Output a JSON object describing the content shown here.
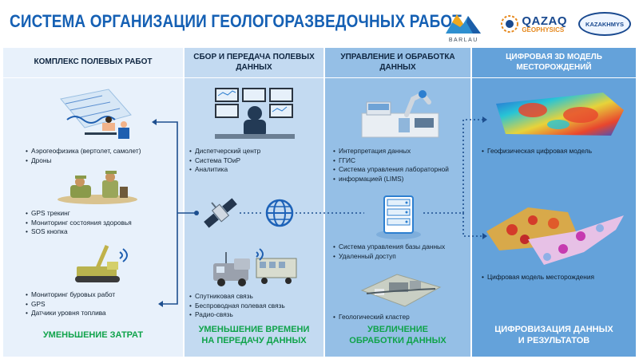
{
  "title": "СИСТЕМА ОРГАНИЗАЦИИ ГЕОЛОГОРАЗВЕДОЧНЫХ РАБОТ",
  "logos": {
    "barlau": "BARLAU",
    "qazaq_line1": "QAZAQ",
    "qazaq_line2": "GEOPHYSICS",
    "kazakhmys": "KAZAKHMYS"
  },
  "colors": {
    "title": "#1560b4",
    "col1_bg": "#e8f1fb",
    "col2_bg": "#c3daf1",
    "col3_bg": "#95bfe6",
    "col4_bg": "#64a2da",
    "footer_green": "#0fa34a"
  },
  "columns": [
    {
      "header": "КОМПЛЕКС ПОЛЕВЫХ РАБОТ",
      "groups": [
        {
          "icon": "aerial-survey-illustration",
          "items": [
            "Аэрогеофизика (вертолет, самолет)",
            "Дроны"
          ]
        },
        {
          "icon": "field-workers-illustration",
          "items": [
            "GPS трекинг",
            "Мониторинг состояния здоровья",
            "SOS кнопка"
          ]
        },
        {
          "icon": "drilling-rig-illustration",
          "items": [
            "Мониторинг буровых работ",
            "GPS",
            "Датчики уровня топлива"
          ]
        }
      ],
      "footer": "УМЕНЬШЕНИЕ  ЗАТРАТ"
    },
    {
      "header": "СБОР И ПЕРЕДАЧА ПОЛЕВЫХ ДАННЫХ",
      "groups": [
        {
          "icon": "dispatch-center-illustration",
          "items": [
            "Диспетчерский центр",
            "Система ТОиР",
            "Аналитика"
          ]
        },
        {
          "icon": "satellite-illustration",
          "items": []
        },
        {
          "icon": "field-vehicle-illustration",
          "items": [
            "Спутниковая связь",
            "Беспроводная полевая связь",
            "Радио-связь"
          ]
        }
      ],
      "footer_line1": "УМЕНЬШЕНИЕ ВРЕМЕНИ",
      "footer_line2": "НА ПЕРЕДАЧУ ДАННЫХ"
    },
    {
      "header": "УПРАВЛЕНИЕ И ОБРАБОТКА ДАННЫХ",
      "groups": [
        {
          "icon": "lab-robot-illustration",
          "items": [
            "Интерпретация данных",
            "ГГИС",
            "Система управления лабораторной",
            "информацией (LIMS)"
          ]
        },
        {
          "icon": "server-illustration",
          "items": [
            "Система управления базы данных",
            "Удаленный доступ"
          ]
        },
        {
          "icon": "geology-cluster-illustration",
          "items": [
            "Геологический кластер"
          ]
        }
      ],
      "footer_line1": "УВЕЛИЧЕНИЕ",
      "footer_line2": "ОБРАБОТКИ ДАННЫХ"
    },
    {
      "header": "ЦИФРОВАЯ 3D МОДЕЛЬ МЕСТОРОЖДЕНИЙ",
      "groups": [
        {
          "icon": "geophysical-3d-model",
          "items": [
            "Геофизическая цифровая модель"
          ]
        },
        {
          "icon": "deposit-3d-model",
          "items": [
            "Цифровая модель месторождения"
          ]
        }
      ],
      "footer_line1": "ЦИФРОВИЗАЦИЯ ДАННЫХ",
      "footer_line2": "И РЕЗУЛЬТАТОВ"
    }
  ]
}
